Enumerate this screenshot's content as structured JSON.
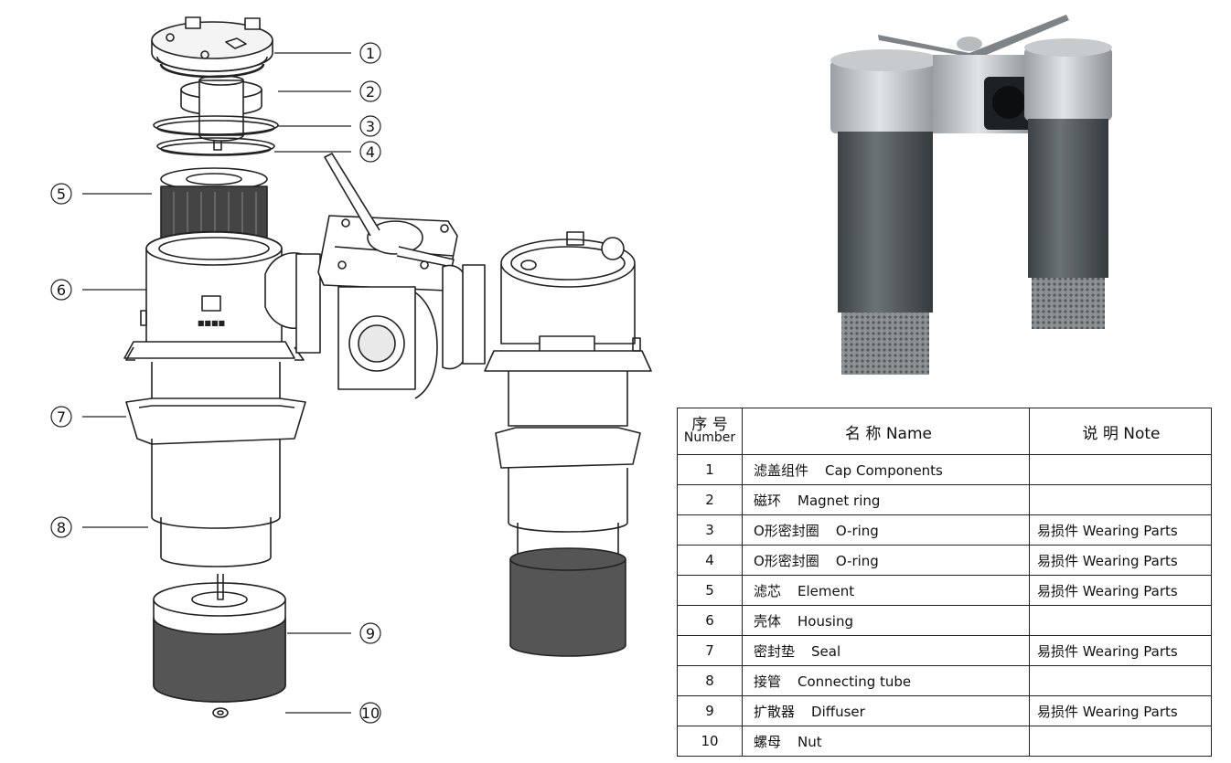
{
  "callouts": [
    "1",
    "2",
    "3",
    "4",
    "5",
    "6",
    "7",
    "8",
    "9",
    "10"
  ],
  "table": {
    "header": {
      "number_cn": "序 号",
      "number_en": "Number",
      "name": "名  称 Name",
      "note": "说 明 Note"
    },
    "rows": [
      {
        "no": "1",
        "cn": "滤盖组件",
        "en": "Cap Components",
        "note": ""
      },
      {
        "no": "2",
        "cn": "磁环",
        "en": "Magnet ring",
        "note": ""
      },
      {
        "no": "3",
        "cn": "O形密封圈",
        "en": "O-ring",
        "note": "易损件 Wearing Parts"
      },
      {
        "no": "4",
        "cn": "O形密封圈",
        "en": "O-ring",
        "note": "易损件 Wearing Parts"
      },
      {
        "no": "5",
        "cn": "滤芯",
        "en": "Element",
        "note": "易损件 Wearing Parts"
      },
      {
        "no": "6",
        "cn": "壳体",
        "en": "Housing",
        "note": ""
      },
      {
        "no": "7",
        "cn": "密封垫",
        "en": "Seal",
        "note": "易损件 Wearing Parts"
      },
      {
        "no": "8",
        "cn": "接管",
        "en": "Connecting tube",
        "note": ""
      },
      {
        "no": "9",
        "cn": "扩散器",
        "en": "Diffuser",
        "note": "易损件 Wearing Parts"
      },
      {
        "no": "10",
        "cn": "螺母",
        "en": "Nut",
        "note": ""
      }
    ]
  },
  "colors": {
    "line": "#222222",
    "housing_gray": "#4f5659",
    "metal": "#c9cdd0"
  }
}
